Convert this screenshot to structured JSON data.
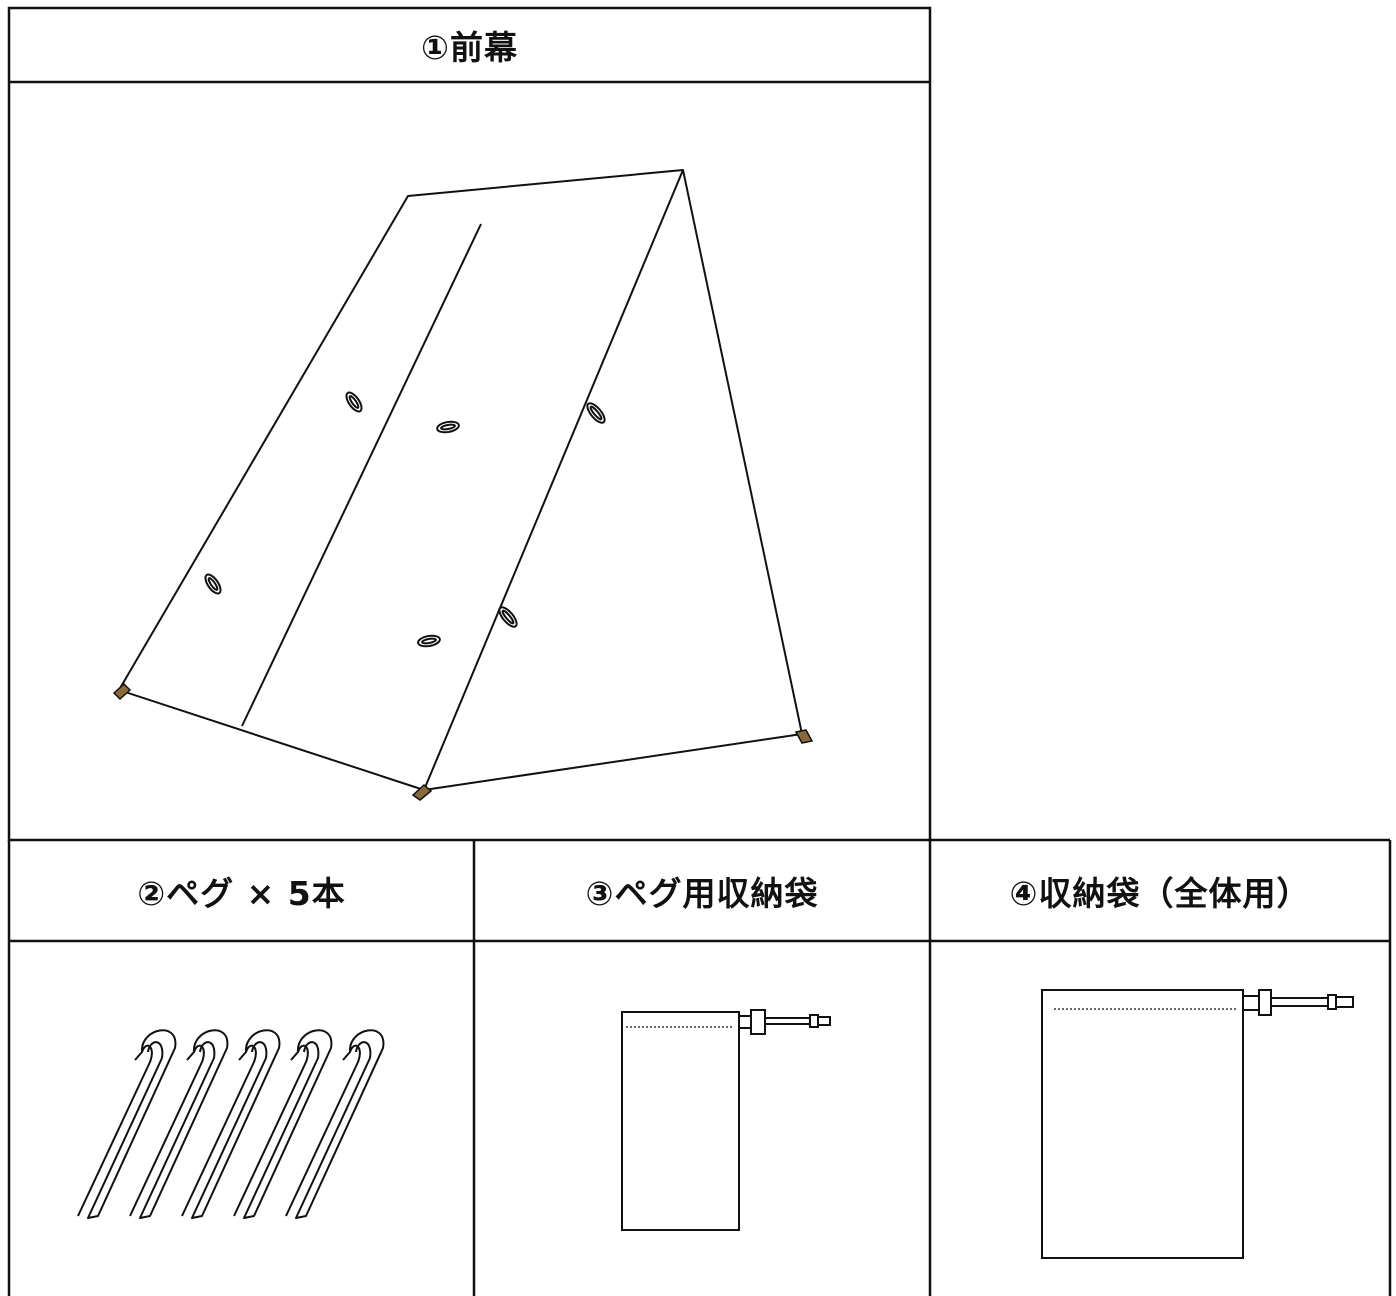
{
  "items": [
    {
      "label": "①前幕"
    },
    {
      "label": "②ペグ × 5本"
    },
    {
      "label": "③ペグ用収納袋"
    },
    {
      "label": "④収納袋（全体用）"
    }
  ],
  "colors": {
    "line": "#111111",
    "tab": "#8a6a3a"
  }
}
